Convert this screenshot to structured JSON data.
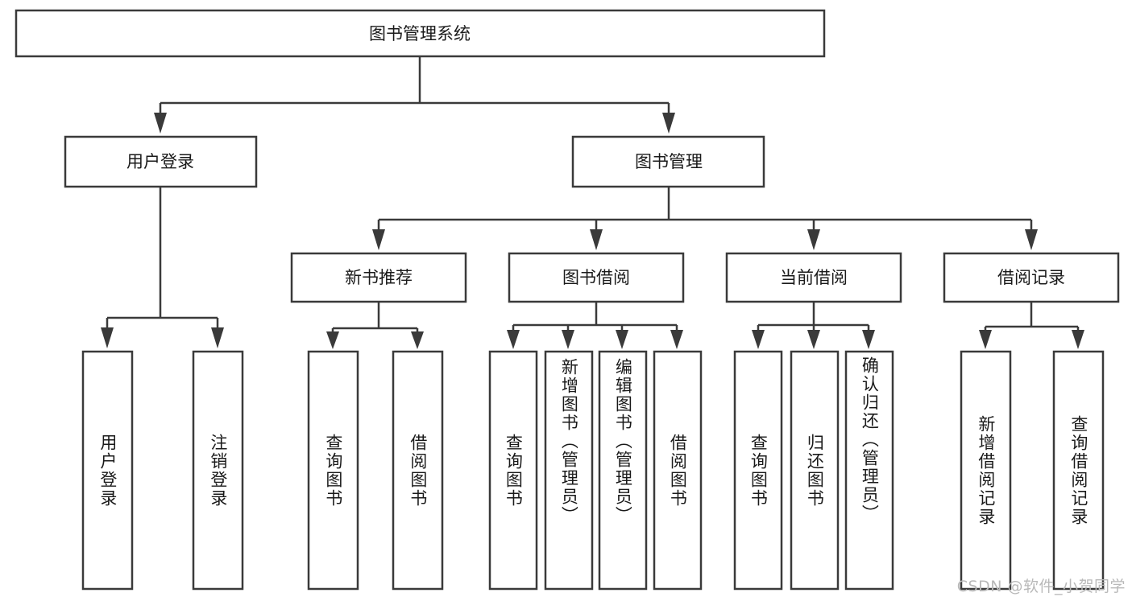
{
  "diagram": {
    "title": "图书管理系统",
    "type": "functional-structure-tree",
    "watermark": "CSDN @软件_小贺同学",
    "colors": {
      "stroke": "#3a3a3a",
      "box_fill": "#ffffff",
      "text": "#1a1a1a",
      "background": "#ffffff",
      "watermark": "#b9b9b9"
    },
    "levels": {
      "root": {
        "label": "图书管理系统"
      },
      "level2": [
        {
          "label": "用户登录"
        },
        {
          "label": "图书管理"
        }
      ],
      "level3": [
        {
          "label": "新书推荐"
        },
        {
          "label": "图书借阅"
        },
        {
          "label": "当前借阅"
        },
        {
          "label": "借阅记录"
        }
      ],
      "leaves": {
        "user_login": [
          {
            "label": "用户登录"
          },
          {
            "label": "注销登录"
          }
        ],
        "new_book_recommend": [
          {
            "label": "查询图书"
          },
          {
            "label": "借阅图书"
          }
        ],
        "book_borrow": [
          {
            "label": "查询图书"
          },
          {
            "label": "新增图书（管理员）"
          },
          {
            "label": "编辑图书（管理员）"
          },
          {
            "label": "借阅图书"
          }
        ],
        "current_borrow": [
          {
            "label": "查询图书"
          },
          {
            "label": "归还图书"
          },
          {
            "label": "确认归还（管理员）"
          }
        ],
        "borrow_records": [
          {
            "label": "新增借阅记录"
          },
          {
            "label": "查询借阅记录"
          }
        ]
      }
    }
  }
}
